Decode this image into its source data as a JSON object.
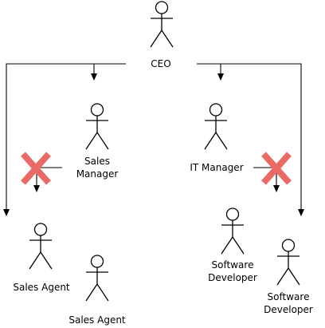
{
  "diagram": {
    "colors": {
      "stroke": "#000000",
      "cross": "#ea6b66",
      "background": "#ffffff"
    },
    "nodes": [
      {
        "id": "ceo",
        "label": "CEO"
      },
      {
        "id": "sales-manager",
        "label": "Sales\nManager"
      },
      {
        "id": "it-manager",
        "label": "IT Manager"
      },
      {
        "id": "sales-agent-1",
        "label": "Sales Agent"
      },
      {
        "id": "sales-agent-2",
        "label": "Sales Agent"
      },
      {
        "id": "software-developer-1",
        "label": "Software\nDeveloper"
      },
      {
        "id": "software-developer-2",
        "label": "Software\nDeveloper"
      }
    ],
    "edges": [
      {
        "from": "ceo",
        "to": "sales-manager"
      },
      {
        "from": "ceo",
        "to": "it-manager"
      },
      {
        "from": "ceo",
        "to": "sales-agent-1"
      },
      {
        "from": "ceo",
        "to": "software-developer-2"
      },
      {
        "from": "sales-manager",
        "to": "sales-agent-1",
        "crossed": true
      },
      {
        "from": "it-manager",
        "to": "software-developer-1",
        "crossed": true
      }
    ]
  }
}
